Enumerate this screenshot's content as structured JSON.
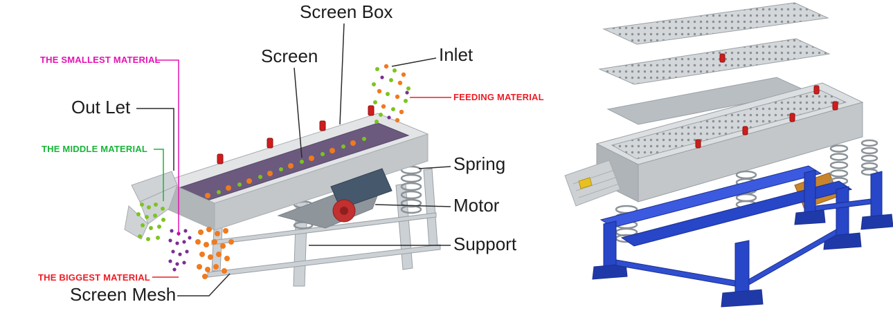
{
  "diagram": {
    "part_labels": {
      "screen_box": "Screen Box",
      "screen": "Screen",
      "inlet": "Inlet",
      "out_let": "Out Let",
      "spring": "Spring",
      "motor": "Motor",
      "support": "Support",
      "screen_mesh": "Screen Mesh"
    },
    "material_labels": {
      "feeding": "FEEDING MATERIAL",
      "smallest": "THE SMALLEST MATERIAL",
      "middle": "THE MIDDLE MATERIAL",
      "biggest": "THE BIGGEST MATERIAL"
    },
    "colors": {
      "part_label_text": "#1c1c1c",
      "feeding_label": "#ed1c24",
      "smallest_label": "#e611b4",
      "middle_label": "#17b439",
      "biggest_label": "#ed1c24",
      "leader_line": "#2b2b2b",
      "machine_body_gray": "#c3c7ca",
      "screen_interior_purple": "#6b5a7d",
      "clamp_red": "#cf1d1d",
      "base_frame_blue": "#2746c8",
      "exciter_copper": "#c8852c",
      "dot_orange": "#f07a1e",
      "dot_green": "#7cc41e",
      "dot_purple": "#7a2f92"
    }
  }
}
